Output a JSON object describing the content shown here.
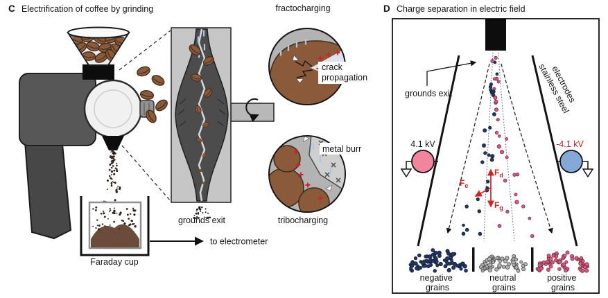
{
  "panel_c": {
    "label": "C",
    "title": "Electrification of coffee by grinding",
    "fractocharging_label": "fractocharging",
    "crack_propagation_line1": "crack",
    "crack_propagation_line2": "propagation",
    "metal_burr_label": "metal burr",
    "tribocharging_label": "tribocharging",
    "grounds_exit_label": "grounds exit",
    "faraday_cup_label": "Faraday cup",
    "to_electrometer_label": "to electrometer"
  },
  "panel_d": {
    "label": "D",
    "title": "Charge separation in electric field",
    "grounds_exit_label": "grounds exit",
    "electrodes_label_line1": "stainless steel",
    "electrodes_label_line2": "electrodes",
    "left_voltage": "4.1 kV",
    "right_voltage": "-4.1 kV",
    "force_symbol": "F",
    "force_drag_sub": "d",
    "force_electric_sub": "e",
    "force_gravity_sub": "g",
    "negative_grains_line1": "negative",
    "negative_grains_line2": "grains",
    "neutral_grains_line1": "neutral",
    "neutral_grains_line2": "grains",
    "positive_grains_line1": "positive",
    "positive_grains_line2": "grains"
  },
  "colors": {
    "coffee_brown": "#8a5a3b",
    "bean_outline": "#40291b",
    "dark_ground": "#2e2018",
    "grinder_body_gray": "#575757",
    "metal_gray": "#b8b8b8",
    "inset_gray": "#b3b3b3",
    "negative_navy": "#26365f",
    "negative_dark": "#10203f",
    "positive_pink": "#cf5f7e",
    "positive_dark": "#7c2642",
    "neutral_gray": "#b0b0b0",
    "neutral_dark": "#4a4a4a",
    "electrode_pink": "#f2859e",
    "electrode_blue": "#85a9d6",
    "charge_red": "#cc2233",
    "tick_blue": "#a9c7e8",
    "force_red": "#d42020",
    "voltage_red": "#c41f1f"
  }
}
